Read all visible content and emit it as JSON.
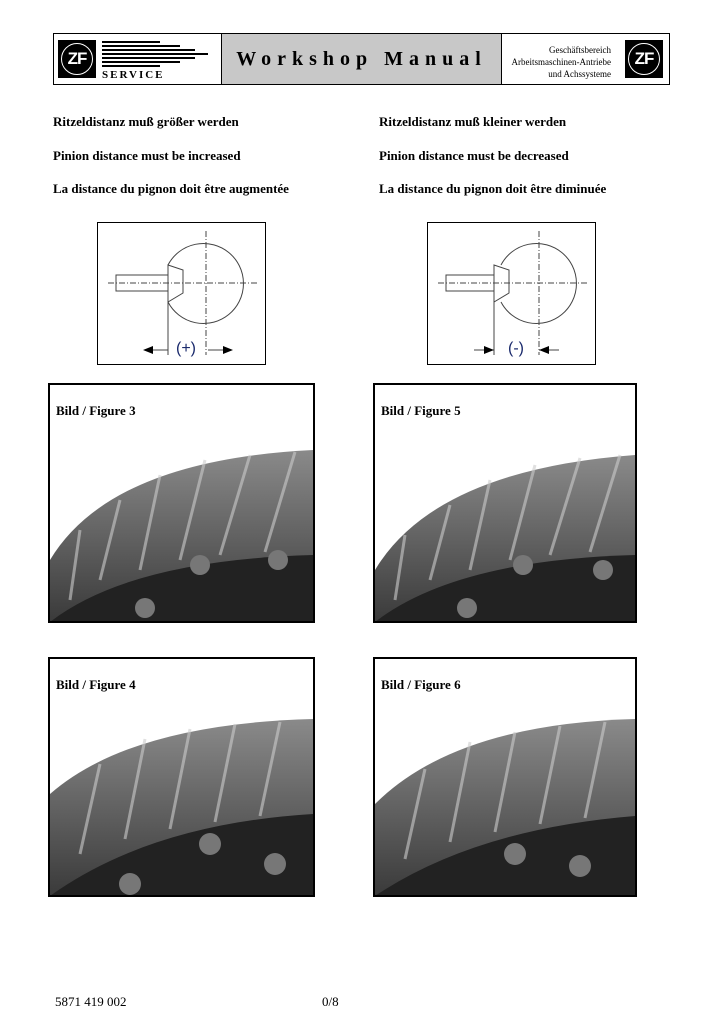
{
  "header": {
    "title": "Workshop Manual",
    "service": "SERVICE",
    "logo_text": "ZF",
    "division": [
      "Geschäftsbereich",
      "Arbeitsmaschinen-Antriebe",
      "und Achssysteme"
    ]
  },
  "left": {
    "de": "Ritzeldistanz muß größer werden",
    "en": "Pinion distance must be increased",
    "fr": "La distance du pignon doit être augmentée",
    "symbol": "(+)"
  },
  "right": {
    "de": "Ritzeldistanz muß kleiner werden",
    "en": "Pinion distance must be decreased",
    "fr": "La distance du pignon doit être diminuée",
    "symbol": "(-)"
  },
  "figures": [
    "Bild / Figure 3",
    "Bild / Figure 5",
    "Bild / Figure 4",
    "Bild / Figure 6"
  ],
  "footer": {
    "doc_number": "5871 419 002",
    "page": "0/8"
  }
}
